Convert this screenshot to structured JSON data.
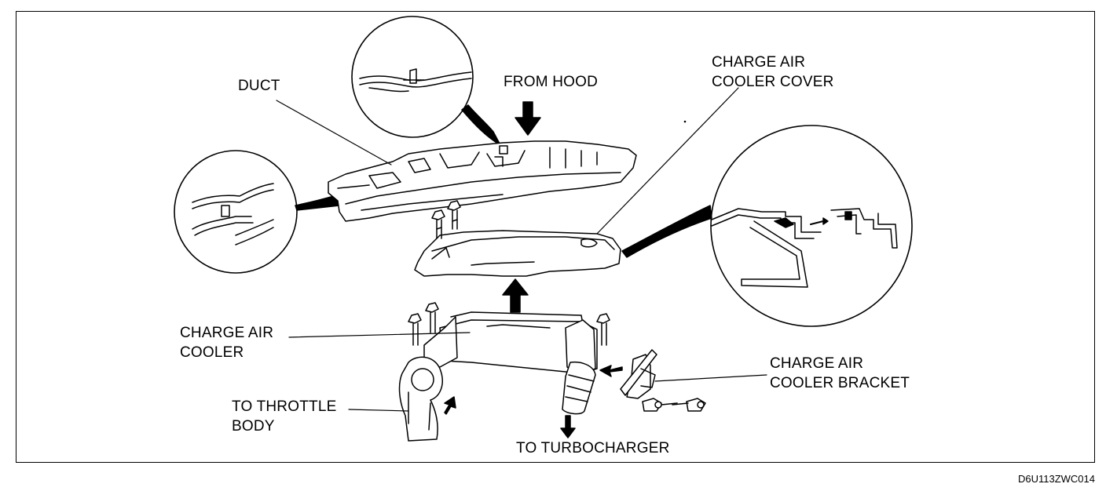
{
  "labels": {
    "duct": "DUCT",
    "from_hood": "FROM HOOD",
    "charge_air_cooler_cover_line1": "CHARGE AIR",
    "charge_air_cooler_cover_line2": "COOLER COVER",
    "charge_air_cooler_line1": "CHARGE AIR",
    "charge_air_cooler_line2": "COOLER",
    "charge_air_cooler_bracket_line1": "CHARGE AIR",
    "charge_air_cooler_bracket_line2": "COOLER BRACKET",
    "to_throttle_body_line1": "TO THROTTLE",
    "to_throttle_body_line2": "BODY",
    "to_turbocharger": "TO TURBOCHARGER"
  },
  "figure_code": "D6U113ZWC014",
  "colors": {
    "ink": "#000000",
    "paper": "#ffffff"
  }
}
